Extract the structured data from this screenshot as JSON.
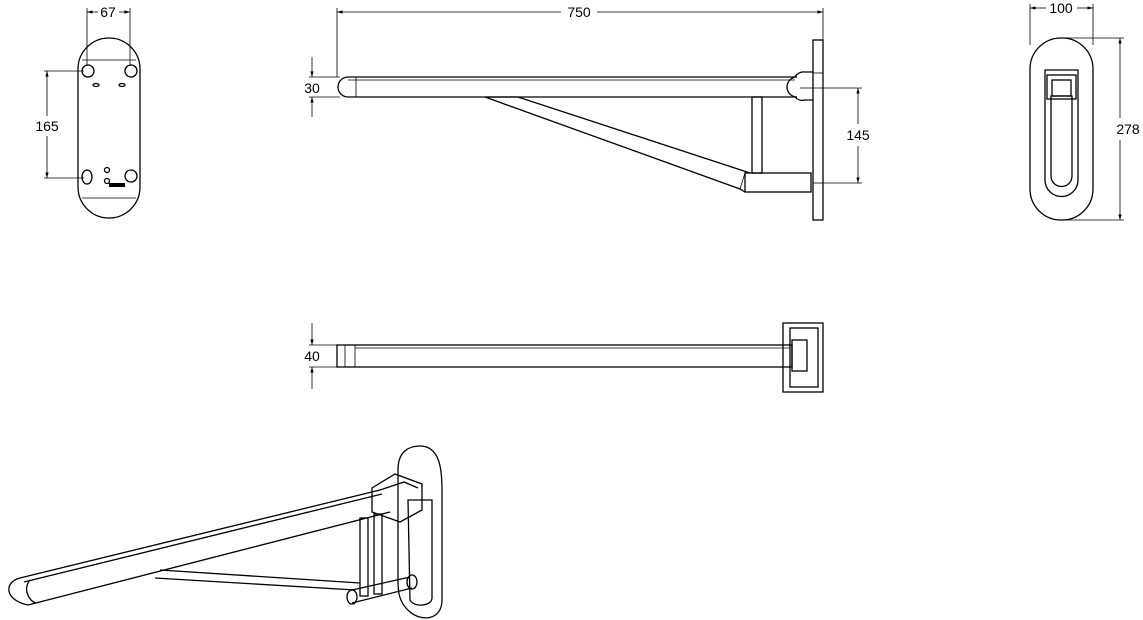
{
  "title": "Folding grab rail technical drawing",
  "dimensions": {
    "plate_hole_spacing_width": "67",
    "plate_hole_spacing_height": "165",
    "rail_length": "750",
    "rail_height": "30",
    "brace_offset": "145",
    "plate_width": "100",
    "plate_height": "278",
    "rail_width": "40"
  }
}
